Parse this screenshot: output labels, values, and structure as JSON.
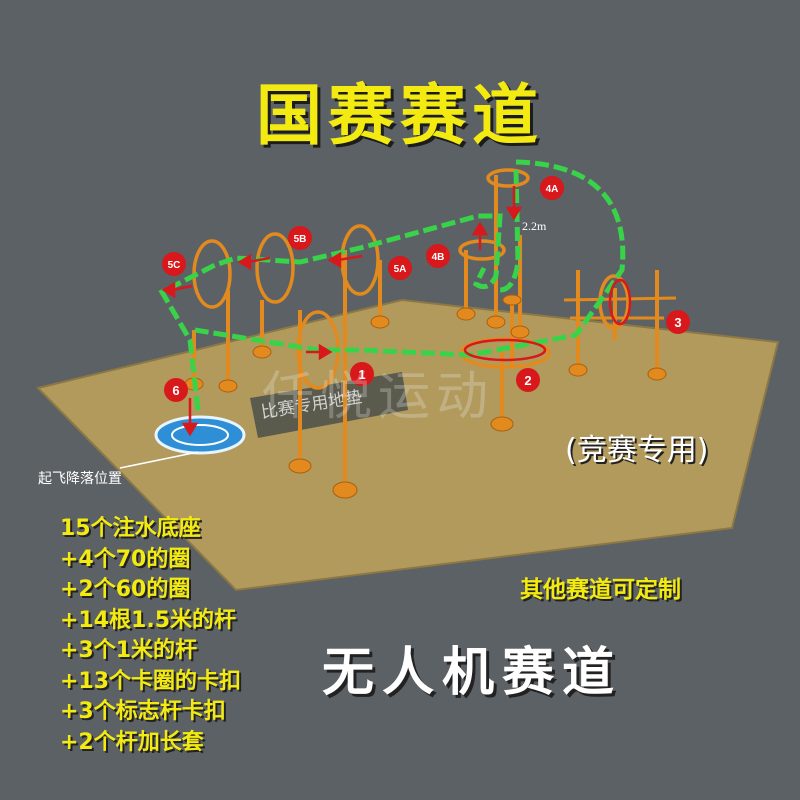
{
  "title": "国赛赛道",
  "subtitle": "(竞赛专用)",
  "watermark": "仟悦运动",
  "pad_label": "起飞降落位置",
  "mat_text": "比赛专用地垫",
  "height_label": "2.2m",
  "gate_labels": [
    "1",
    "2",
    "3",
    "4A",
    "4B",
    "5A",
    "5B",
    "5C",
    "6"
  ],
  "parts_list": [
    "15个注水底座",
    "+4个70的圈",
    "+2个60的圈",
    "+14根1.5米的杆",
    "+3个1米的杆",
    "+13个卡圈的卡扣",
    "+3个标志杆卡扣",
    "+2个杆加长套"
  ],
  "customize_note": "其他赛道可定制",
  "product_name": "无人机赛道",
  "colors": {
    "background": "#5c6166",
    "floor": "#b29a5c",
    "pole": "#e38a1e",
    "path": "#39d34a",
    "marker": "#d8181a",
    "title": "#f2ea10",
    "pad": "#2f8fd6"
  }
}
